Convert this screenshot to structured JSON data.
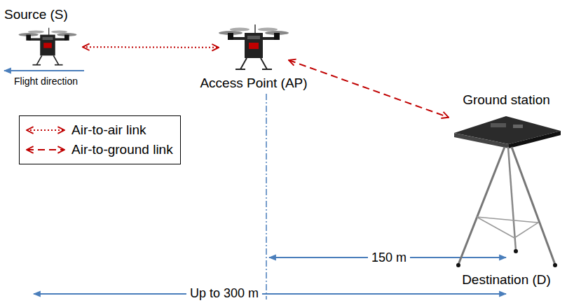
{
  "diagram": {
    "nodes": [
      {
        "text": [
          "Source (S)"
        ]
      },
      {
        "text": [
          "Access Point (AP)"
        ]
      },
      {
        "text": [
          "Ground station",
          "Destination (D)"
        ]
      }
    ],
    "edges": [
      {
        "from": 0,
        "to": 1,
        "arrow": "both"
      },
      {
        "from": 1,
        "to": 2,
        "arrow": "both"
      }
    ],
    "labels": [
      "Flight direction",
      "150 m",
      "Up to 300 m"
    ],
    "legend": [
      {
        "text": "Air-to-air link"
      },
      {
        "text": "Air-to-ground link"
      }
    ]
  }
}
